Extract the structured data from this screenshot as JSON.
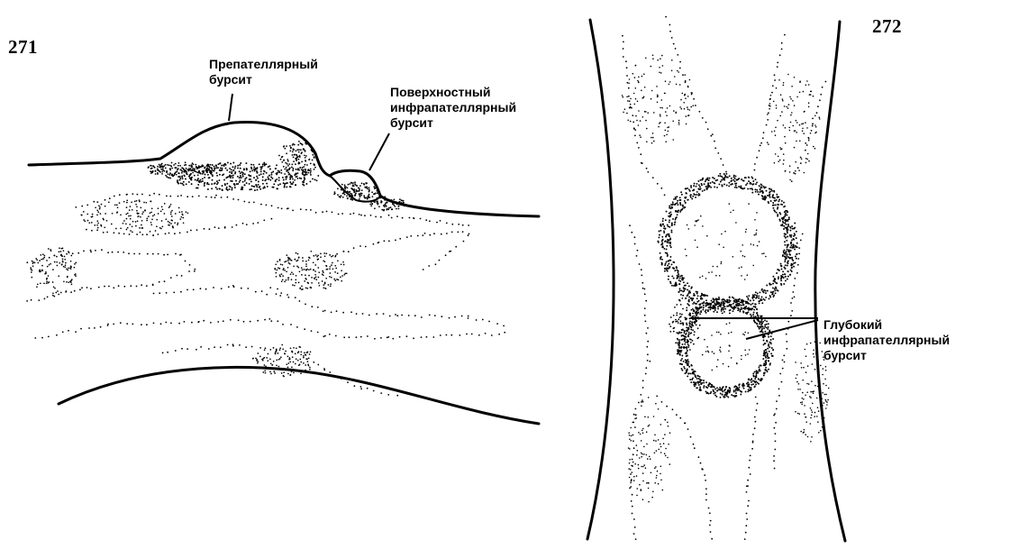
{
  "figure_271": {
    "number": "271",
    "labels": {
      "prepatellar": [
        "Препателлярный",
        "бурсит"
      ],
      "superficial_infrapatellar": [
        "Поверхностный",
        "инфрапателлярный",
        "бурсит"
      ]
    }
  },
  "figure_272": {
    "number": "272",
    "labels": {
      "deep_infrapatellar": [
        "Глубокий",
        "инфрапателлярный",
        "бурсит"
      ]
    }
  },
  "colors": {
    "ink": "#000000",
    "paper": "#ffffff"
  }
}
